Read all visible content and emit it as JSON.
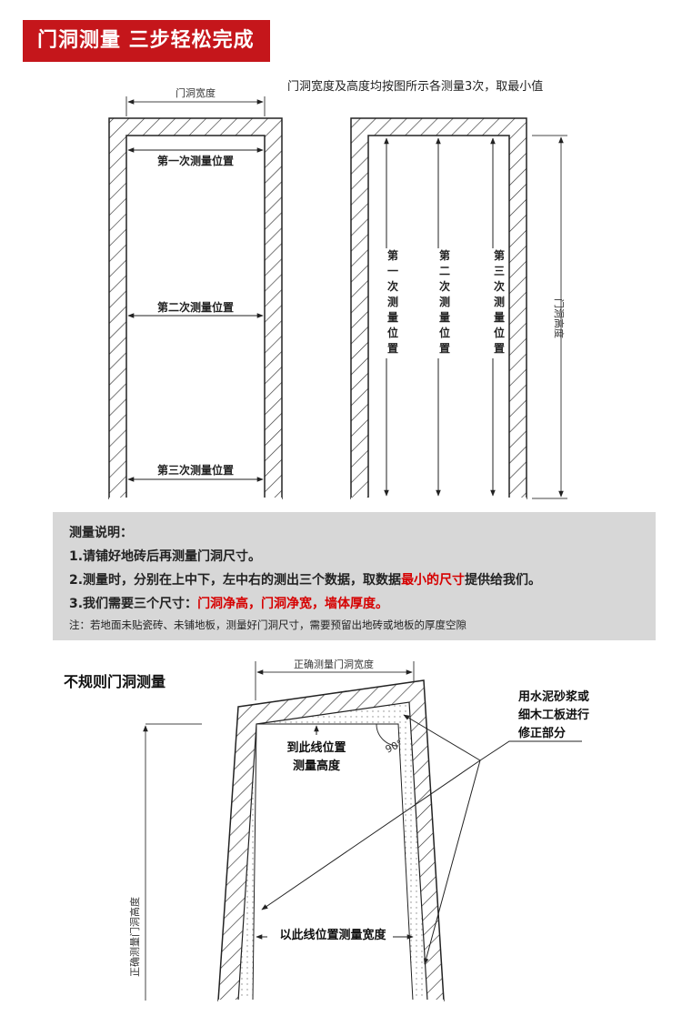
{
  "banner": {
    "title": "门洞测量 三步轻松完成"
  },
  "top_note": "门洞宽度及高度均按图所示各测量3次，取最小值",
  "left_diagram": {
    "width_label": "门洞宽度",
    "line1": "第一次测量位置",
    "line2": "第二次测量位置",
    "line3": "第三次测量位置"
  },
  "right_diagram": {
    "v1": "第一次测量位置",
    "v2": "第二次测量位置",
    "v3": "第三次测量位置",
    "height_label": "门洞高度"
  },
  "notes": {
    "heading": "测量说明：",
    "n1": "1.请铺好地砖后再测量门洞尺寸。",
    "n2_pre": "2.测量时，分别在上中下，左中右的测出三个数据，取数据",
    "n2_red": "最小的尺寸",
    "n2_post": "提供给我们。",
    "n3_pre": "3.我们需要三个尺寸：",
    "n3_red": "门洞净高，门洞净宽，墙体厚度。",
    "n4": "注：若地面未贴瓷砖、未铺地板，测量好门洞尺寸，需要预留出地砖或地板的厚度空隙"
  },
  "irregular": {
    "title": "不规则门洞测量",
    "correct_width": "正确测量门洞宽度",
    "correct_height": "正确测量门洞高度",
    "measure_height_1": "到此线位置",
    "measure_height_2": "测量高度",
    "angle": "90°",
    "fix_1": "用水泥砂浆或",
    "fix_2": "细木工板进行",
    "fix_3": "修正部分",
    "measure_width": "以此线位置测量宽度"
  }
}
